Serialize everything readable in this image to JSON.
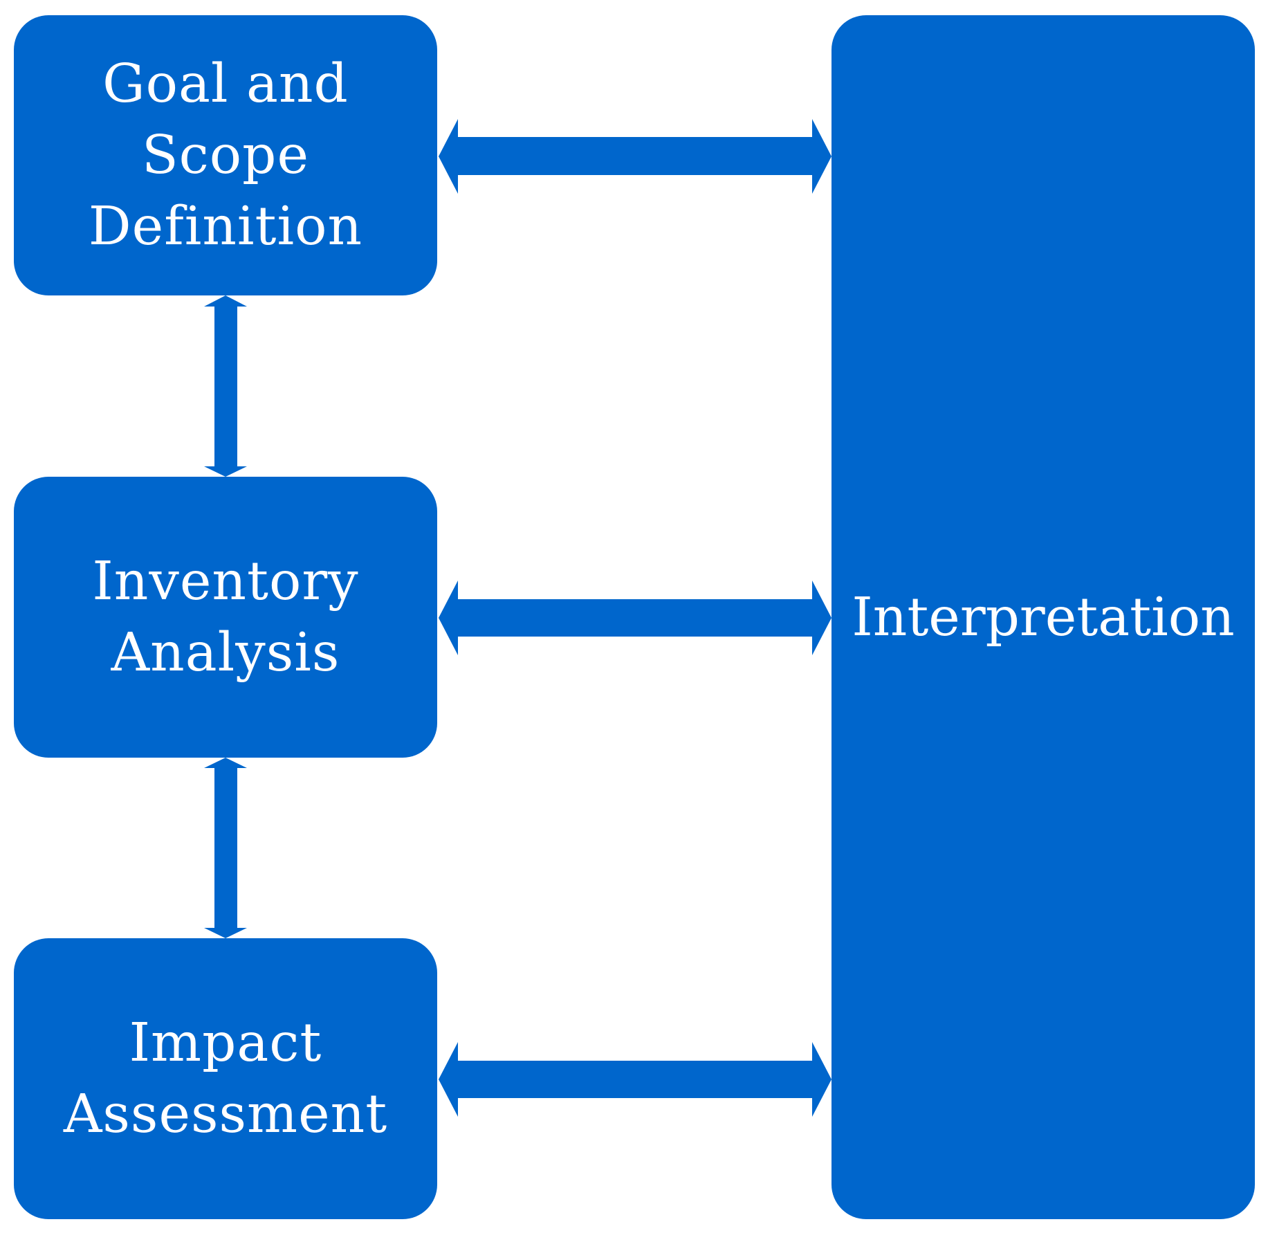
{
  "theme": {
    "box_color": "#0066cc",
    "arrow_color": "#0066cc",
    "text_color": "#ffffff",
    "background": "#ffffff"
  },
  "diagram": {
    "goal_box": {
      "label": "Goal and\nScope\nDefinition"
    },
    "inventory_box": {
      "label": "Inventory\nAnalysis"
    },
    "impact_box": {
      "label": "Impact\nAssessment"
    },
    "interpretation_box": {
      "label": "Interpretation"
    },
    "connectors": [
      {
        "from": "Goal and Scope Definition",
        "to": "Interpretation",
        "type": "bidirectional"
      },
      {
        "from": "Inventory Analysis",
        "to": "Interpretation",
        "type": "bidirectional"
      },
      {
        "from": "Impact Assessment",
        "to": "Interpretation",
        "type": "bidirectional"
      },
      {
        "from": "Goal and Scope Definition",
        "to": "Inventory Analysis",
        "type": "bidirectional"
      },
      {
        "from": "Inventory Analysis",
        "to": "Impact Assessment",
        "type": "bidirectional"
      }
    ]
  }
}
